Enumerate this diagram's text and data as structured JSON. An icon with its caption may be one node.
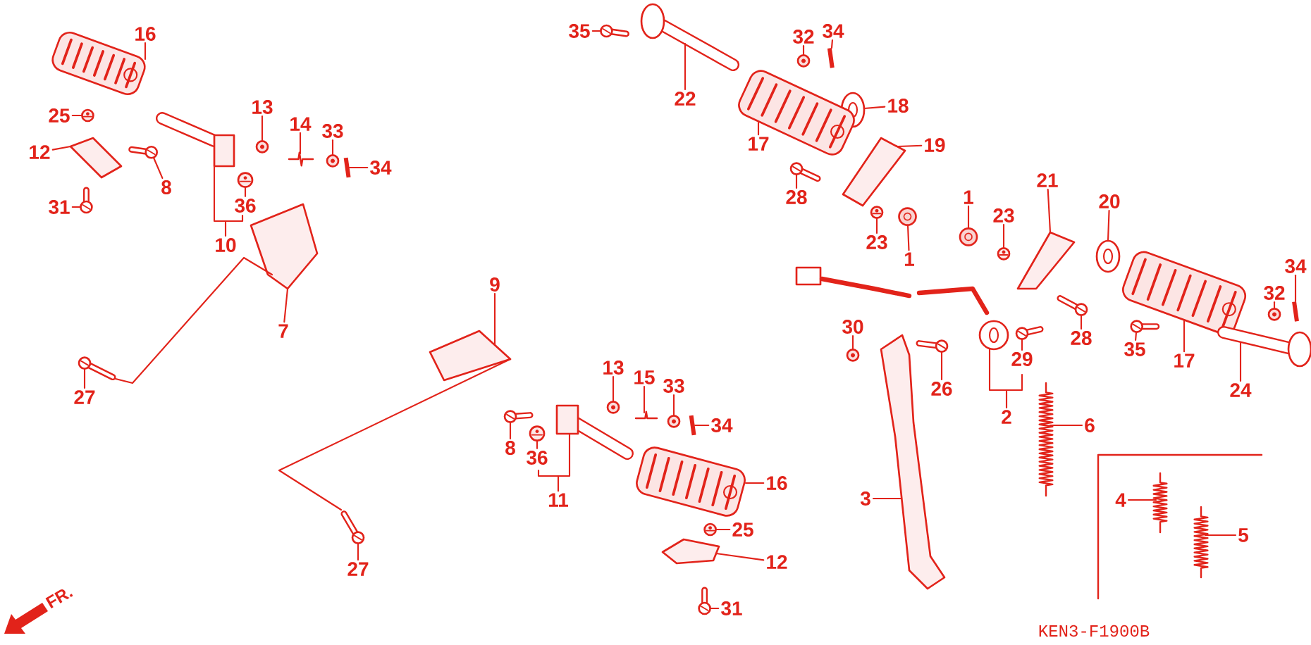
{
  "diagram": {
    "nodes": [
      {
        "text": [
          "16"
        ]
      },
      {
        "text": [
          "25"
        ]
      },
      {
        "text": [
          "12"
        ]
      },
      {
        "text": [
          "8"
        ]
      },
      {
        "text": [
          "13"
        ]
      },
      {
        "text": [
          "14"
        ]
      },
      {
        "text": [
          "33"
        ]
      },
      {
        "text": [
          "34"
        ]
      },
      {
        "text": [
          "31"
        ]
      },
      {
        "text": [
          "36"
        ]
      },
      {
        "text": [
          "10"
        ]
      },
      {
        "text": [
          "7"
        ]
      },
      {
        "text": [
          "27"
        ]
      },
      {
        "text": [
          "35"
        ]
      },
      {
        "text": [
          "22"
        ]
      },
      {
        "text": [
          "32"
        ]
      },
      {
        "text": [
          "34"
        ]
      },
      {
        "text": [
          "18"
        ]
      },
      {
        "text": [
          "17"
        ]
      },
      {
        "text": [
          "19"
        ]
      },
      {
        "text": [
          "28"
        ]
      },
      {
        "text": [
          "23"
        ]
      },
      {
        "text": [
          "1"
        ]
      },
      {
        "text": [
          "1"
        ]
      },
      {
        "text": [
          "23"
        ]
      },
      {
        "text": [
          "21"
        ]
      },
      {
        "text": [
          "20"
        ]
      },
      {
        "text": [
          "34"
        ]
      },
      {
        "text": [
          "32"
        ]
      },
      {
        "text": [
          "28"
        ]
      },
      {
        "text": [
          "35"
        ]
      },
      {
        "text": [
          "17"
        ]
      },
      {
        "text": [
          "24"
        ]
      },
      {
        "text": [
          "9"
        ]
      },
      {
        "text": [
          "30"
        ]
      },
      {
        "text": [
          "26"
        ]
      },
      {
        "text": [
          "29"
        ]
      },
      {
        "text": [
          "2"
        ]
      },
      {
        "text": [
          "6"
        ]
      },
      {
        "text": [
          "3"
        ]
      },
      {
        "text": [
          "4"
        ]
      },
      {
        "text": [
          "5"
        ]
      },
      {
        "text": [
          "13"
        ]
      },
      {
        "text": [
          "15"
        ]
      },
      {
        "text": [
          "33"
        ]
      },
      {
        "text": [
          "34"
        ]
      },
      {
        "text": [
          "8"
        ]
      },
      {
        "text": [
          "36"
        ]
      },
      {
        "text": [
          "11"
        ]
      },
      {
        "text": [
          "16"
        ]
      },
      {
        "text": [
          "25"
        ]
      },
      {
        "text": [
          "12"
        ]
      },
      {
        "text": [
          "31"
        ]
      },
      {
        "text": [
          "27"
        ]
      },
      {
        "text": [],
        "shape": "picture"
      },
      {
        "text": [],
        "shape": "picture"
      },
      {
        "text": [],
        "shape": "picture"
      },
      {
        "text": [],
        "shape": "picture"
      },
      {
        "text": [],
        "shape": "picture"
      },
      {
        "text": [],
        "shape": "picture"
      },
      {
        "text": [],
        "shape": "picture"
      },
      {
        "text": [],
        "shape": "picture"
      },
      {
        "text": [],
        "shape": "picture"
      },
      {
        "text": [],
        "shape": "picture"
      },
      {
        "text": [],
        "shape": "picture"
      },
      {
        "text": [],
        "shape": "picture"
      },
      {
        "text": [],
        "shape": "picture"
      },
      {
        "text": [],
        "shape": "picture"
      },
      {
        "text": [],
        "shape": "picture"
      },
      {
        "text": [],
        "shape": "picture"
      },
      {
        "text": [],
        "shape": "picture"
      },
      {
        "text": [],
        "shape": "picture"
      },
      {
        "text": [],
        "shape": "picture"
      },
      {
        "text": [],
        "shape": "picture"
      },
      {
        "text": [],
        "shape": "picture"
      },
      {
        "text": [],
        "shape": "picture"
      },
      {
        "text": [],
        "shape": "picture"
      },
      {
        "text": [],
        "shape": "picture"
      },
      {
        "text": [],
        "shape": "picture"
      },
      {
        "text": [],
        "shape": "picture"
      },
      {
        "text": [],
        "shape": "picture"
      },
      {
        "text": [],
        "shape": "picture"
      },
      {
        "text": [],
        "shape": "picture"
      },
      {
        "text": [],
        "shape": "picture"
      },
      {
        "text": [],
        "shape": "picture"
      },
      {
        "text": [],
        "shape": "picture"
      },
      {
        "text": [],
        "shape": "picture"
      },
      {
        "text": [],
        "shape": "picture"
      },
      {
        "text": [],
        "shape": "picture"
      },
      {
        "text": [],
        "shape": "picture"
      },
      {
        "text": [],
        "shape": "picture"
      },
      {
        "text": [],
        "shape": "picture"
      },
      {
        "text": [],
        "shape": "picture"
      },
      {
        "text": [],
        "shape": "picture"
      },
      {
        "text": [],
        "shape": "picture"
      },
      {
        "text": [],
        "shape": "picture"
      },
      {
        "text": [],
        "shape": "picture"
      },
      {
        "text": [],
        "shape": "picture"
      },
      {
        "text": [],
        "shape": "picture"
      },
      {
        "text": [],
        "shape": "picture"
      },
      {
        "text": [],
        "shape": "picture"
      },
      {
        "text": [],
        "shape": "picture"
      },
      {
        "text": [],
        "shape": "picture"
      },
      {
        "text": [],
        "shape": "picture"
      },
      {
        "text": [],
        "shape": "picture"
      },
      {
        "text": [],
        "shape": "picture"
      },
      {
        "text": [],
        "shape": "picture"
      },
      {
        "text": [],
        "shape": "picture"
      }
    ],
    "edges": [
      {
        "from": 0,
        "to": 54,
        "arrow": "none"
      },
      {
        "from": 1,
        "to": 55,
        "arrow": "none"
      },
      {
        "from": 2,
        "to": 56,
        "arrow": "none"
      },
      {
        "from": 3,
        "to": 57,
        "arrow": "none"
      },
      {
        "from": 4,
        "to": 58,
        "arrow": "none"
      },
      {
        "from": 5,
        "to": 59,
        "arrow": "none"
      },
      {
        "from": 6,
        "to": 60,
        "arrow": "none"
      },
      {
        "from": 7,
        "to": 61,
        "arrow": "none"
      },
      {
        "from": 8,
        "to": 62,
        "arrow": "none"
      },
      {
        "from": 9,
        "to": 63,
        "arrow": "none"
      },
      {
        "from": 10,
        "to": 64,
        "arrow": "none"
      },
      {
        "from": 11,
        "to": 65,
        "arrow": "none"
      },
      {
        "from": 12,
        "to": 66,
        "arrow": "none"
      },
      {
        "from": 13,
        "to": 67,
        "arrow": "none"
      },
      {
        "from": 14,
        "to": 68,
        "arrow": "none"
      },
      {
        "from": 15,
        "to": 69,
        "arrow": "none"
      },
      {
        "from": 16,
        "to": 70,
        "arrow": "none"
      },
      {
        "from": 17,
        "to": 71,
        "arrow": "none"
      },
      {
        "from": 18,
        "to": 72,
        "arrow": "none"
      },
      {
        "from": 19,
        "to": 73,
        "arrow": "none"
      },
      {
        "from": 20,
        "to": 74,
        "arrow": "none"
      },
      {
        "from": 21,
        "to": 75,
        "arrow": "none"
      },
      {
        "from": 22,
        "to": 76,
        "arrow": "none"
      },
      {
        "from": 23,
        "to": 77,
        "arrow": "none"
      },
      {
        "from": 24,
        "to": 78,
        "arrow": "none"
      },
      {
        "from": 25,
        "to": 79,
        "arrow": "none"
      },
      {
        "from": 26,
        "to": 80,
        "arrow": "none"
      },
      {
        "from": 27,
        "to": 81,
        "arrow": "none"
      },
      {
        "from": 28,
        "to": 82,
        "arrow": "none"
      },
      {
        "from": 29,
        "to": 83,
        "arrow": "none"
      },
      {
        "from": 30,
        "to": 84,
        "arrow": "none"
      },
      {
        "from": 31,
        "to": 85,
        "arrow": "none"
      },
      {
        "from": 32,
        "to": 86,
        "arrow": "none"
      },
      {
        "from": 33,
        "to": 87,
        "arrow": "none"
      },
      {
        "from": 34,
        "to": 88,
        "arrow": "none"
      },
      {
        "from": 35,
        "to": 89,
        "arrow": "none"
      },
      {
        "from": 36,
        "to": 90,
        "arrow": "none"
      },
      {
        "from": 37,
        "to": 91,
        "arrow": "none"
      },
      {
        "from": 38,
        "to": 92,
        "arrow": "none"
      },
      {
        "from": 39,
        "to": 93,
        "arrow": "none"
      },
      {
        "from": 40,
        "to": 94,
        "arrow": "none"
      },
      {
        "from": 41,
        "to": 95,
        "arrow": "none"
      },
      {
        "from": 42,
        "to": 96,
        "arrow": "none"
      },
      {
        "from": 43,
        "to": 97,
        "arrow": "none"
      },
      {
        "from": 44,
        "to": 98,
        "arrow": "none"
      },
      {
        "from": 45,
        "to": 99,
        "arrow": "none"
      },
      {
        "from": 46,
        "to": 100,
        "arrow": "none"
      },
      {
        "from": 47,
        "to": 101,
        "arrow": "none"
      },
      {
        "from": 48,
        "to": 102,
        "arrow": "none"
      },
      {
        "from": 49,
        "to": 103,
        "arrow": "none"
      },
      {
        "from": 50,
        "to": 104,
        "arrow": "none"
      },
      {
        "from": 51,
        "to": 105,
        "arrow": "none"
      },
      {
        "from": 52,
        "to": 106,
        "arrow": "none"
      },
      {
        "from": 53,
        "to": 107,
        "arrow": "none"
      },
      {
        "from": 65,
        "to": 66,
        "arrow": "none"
      },
      {
        "from": 87,
        "to": 107,
        "arrow": "none"
      }
    ],
    "labels": [
      "FR.",
      "KEN3-F1900B"
    ]
  }
}
